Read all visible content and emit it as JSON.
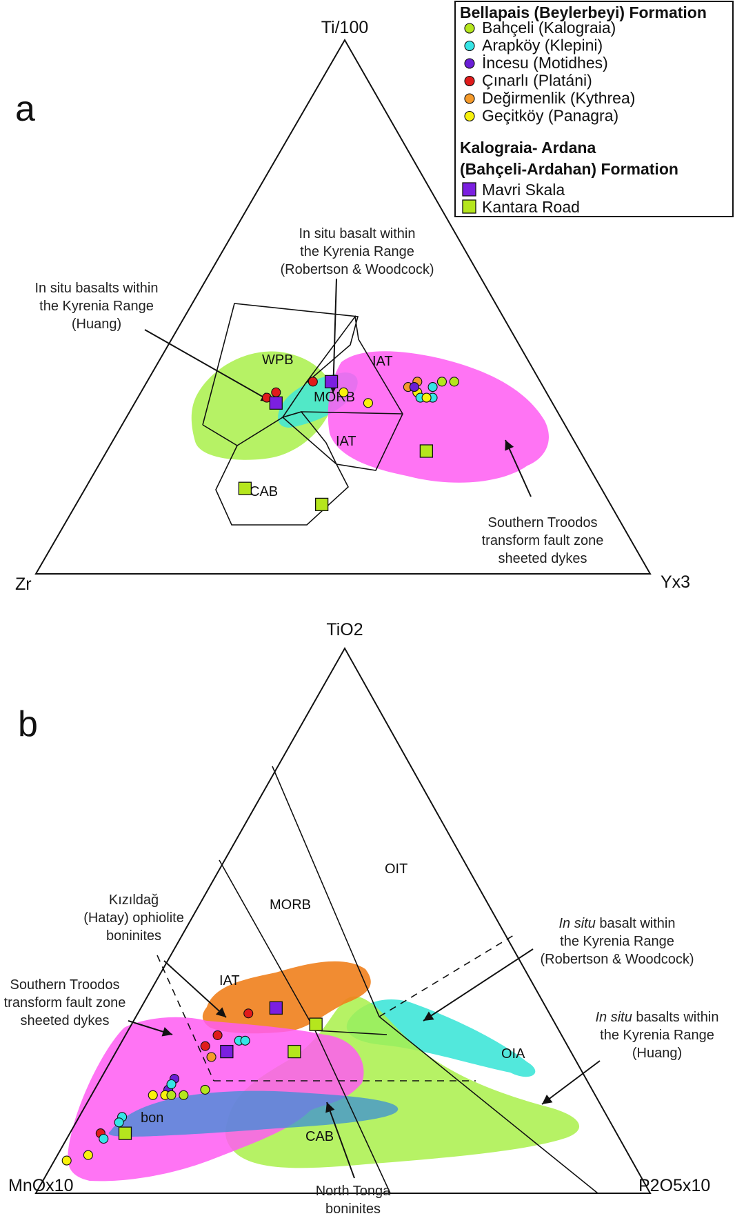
{
  "legend": {
    "group1_title": "Bellapais (Beylerbeyi) Formation",
    "group1_items": [
      {
        "label": "Bahçeli (Kalograia)",
        "color": "#b5e61d",
        "marker": "circle"
      },
      {
        "label": "Arapköy (Klepini)",
        "color": "#36e5e6",
        "marker": "circle"
      },
      {
        "label": "İncesu (Motidhes)",
        "color": "#6a1fd6",
        "marker": "circle"
      },
      {
        "label": "Çınarlı (Platáni)",
        "color": "#e01b1b",
        "marker": "circle"
      },
      {
        "label": "Değirmenlik (Kythrea)",
        "color": "#f59a2a",
        "marker": "circle"
      },
      {
        "label": "Geçitköy (Panagra)",
        "color": "#f8f20d",
        "marker": "circle"
      }
    ],
    "group2_title_line1": "Kalograia- Ardana",
    "group2_title_line2": "(Bahçeli-Ardahan) Formation",
    "group2_items": [
      {
        "label": "Mavri Skala",
        "color": "#7b1fe0",
        "marker": "square"
      },
      {
        "label": "Kantara Road",
        "color": "#b5e61d",
        "marker": "square"
      }
    ]
  },
  "chart_data": [
    {
      "type": "ternary",
      "panel": "a",
      "apex_top": "Ti/100",
      "apex_left": "Zr",
      "apex_right": "Yx3",
      "fields": [
        "WPB",
        "MORB",
        "IAT",
        "IAT",
        "CAB"
      ],
      "annotations": [
        {
          "lines": [
            "In situ basalts within",
            "the Kyrenia Range",
            "(Huang)"
          ]
        },
        {
          "lines": [
            "In situ basalt within",
            "the Kyrenia Range",
            "(Robertson & Woodcock)"
          ]
        },
        {
          "lines": [
            "Southern Troodos",
            "transform fault zone",
            "sheeted dykes"
          ]
        }
      ],
      "envelope_colors": {
        "huang": "#a9f04a",
        "robertson_woodcock": "#3fe6d8",
        "southern_troodos": "#ff5cf2"
      },
      "points": [
        {
          "group": "Çınarlı (Platáni)",
          "color": "#e01b1b",
          "marker": "circle",
          "top": 0.33,
          "left": 0.46,
          "right": 0.21
        },
        {
          "group": "Çınarlı (Platáni)",
          "color": "#e01b1b",
          "marker": "circle",
          "top": 0.34,
          "left": 0.44,
          "right": 0.22
        },
        {
          "group": "Çınarlı (Platáni)",
          "color": "#e01b1b",
          "marker": "circle",
          "top": 0.36,
          "left": 0.37,
          "right": 0.27
        },
        {
          "group": "Geçitköy (Panagra)",
          "color": "#f8f20d",
          "marker": "circle",
          "top": 0.34,
          "left": 0.33,
          "right": 0.33
        },
        {
          "group": "Geçitköy (Panagra)",
          "color": "#f8f20d",
          "marker": "circle",
          "top": 0.32,
          "left": 0.3,
          "right": 0.38
        },
        {
          "group": "Geçitköy (Panagra)",
          "color": "#f8f20d",
          "marker": "circle",
          "top": 0.34,
          "left": 0.21,
          "right": 0.45
        },
        {
          "group": "Bahçeli (Kalograia)",
          "color": "#b5e61d",
          "marker": "circle",
          "top": 0.36,
          "left": 0.16,
          "right": 0.48
        },
        {
          "group": "Bahçeli (Kalograia)",
          "color": "#b5e61d",
          "marker": "circle",
          "top": 0.36,
          "left": 0.14,
          "right": 0.5
        },
        {
          "group": "Arapköy (Klepini)",
          "color": "#36e5e6",
          "marker": "circle",
          "top": 0.35,
          "left": 0.18,
          "right": 0.47
        },
        {
          "group": "Arapköy (Klepini)",
          "color": "#36e5e6",
          "marker": "circle",
          "top": 0.33,
          "left": 0.19,
          "right": 0.48
        },
        {
          "group": "Arapköy (Klepini)",
          "color": "#36e5e6",
          "marker": "circle",
          "top": 0.33,
          "left": 0.21,
          "right": 0.46
        },
        {
          "group": "Değirmenlik (Kythrea)",
          "color": "#f59a2a",
          "marker": "circle",
          "top": 0.36,
          "left": 0.2,
          "right": 0.44
        },
        {
          "group": "Değirmenlik (Kythrea)",
          "color": "#f59a2a",
          "marker": "circle",
          "top": 0.35,
          "left": 0.22,
          "right": 0.43
        },
        {
          "group": "İncesu (Motidhes)",
          "color": "#6a1fd6",
          "marker": "circle",
          "top": 0.35,
          "left": 0.21,
          "right": 0.44
        },
        {
          "group": "Geçitköy (Panagra)",
          "color": "#f8f20d",
          "marker": "circle",
          "top": 0.33,
          "left": 0.2,
          "right": 0.47
        },
        {
          "group": "Mavri Skala",
          "color": "#7b1fe0",
          "marker": "square",
          "top": 0.36,
          "left": 0.34,
          "right": 0.3
        },
        {
          "group": "Mavri Skala",
          "color": "#7b1fe0",
          "marker": "square",
          "top": 0.32,
          "left": 0.45,
          "right": 0.23
        },
        {
          "group": "Kantara Road",
          "color": "#b5e61d",
          "marker": "square",
          "top": 0.23,
          "left": 0.25,
          "right": 0.52
        },
        {
          "group": "Kantara Road",
          "color": "#b5e61d",
          "marker": "square",
          "top": 0.16,
          "left": 0.58,
          "right": 0.26
        },
        {
          "group": "Kantara Road",
          "color": "#b5e61d",
          "marker": "square",
          "top": 0.13,
          "left": 0.47,
          "right": 0.4
        }
      ]
    },
    {
      "type": "ternary",
      "panel": "b",
      "apex_top": "TiO2",
      "apex_left": "MnOx10",
      "apex_right": "P2O5x10",
      "fields": [
        "OIT",
        "MORB",
        "IAT",
        "OIA",
        "CAB",
        "bon"
      ],
      "annotations": [
        {
          "lines": [
            "Kızıldağ",
            "(Hatay) ophiolite",
            "boninites"
          ]
        },
        {
          "lines": [
            "Southern Troodos",
            "transform fault zone",
            "sheeted dykes"
          ]
        },
        {
          "lines_parts": [
            [
              {
                "t": "In situ",
                "i": true
              },
              {
                "t": " basalt within",
                "i": false
              }
            ],
            [
              {
                "t": "the Kyrenia Range",
                "i": false
              }
            ],
            [
              {
                "t": "(Robertson & Woodcock)",
                "i": false
              }
            ]
          ]
        },
        {
          "lines_parts": [
            [
              {
                "t": "In situ",
                "i": true
              },
              {
                "t": " basalts within",
                "i": false
              }
            ],
            [
              {
                "t": "the Kyrenia Range",
                "i": false
              }
            ],
            [
              {
                "t": "(Huang)",
                "i": false
              }
            ]
          ]
        },
        {
          "lines": [
            "North Tonga",
            "boninites"
          ]
        }
      ],
      "envelope_colors": {
        "kizildag": "#f07f1c",
        "southern_troodos": "#ff5cf2",
        "robertson_woodcock": "#3fe6d8",
        "huang": "#a9f04a",
        "north_tonga": "#3b8fd6"
      },
      "points": [
        {
          "group": "Çınarlı (Platáni)",
          "color": "#e01b1b",
          "marker": "circle",
          "top": 0.33,
          "left": 0.49,
          "right": 0.18
        },
        {
          "group": "Çınarlı (Platáni)",
          "color": "#e01b1b",
          "marker": "circle",
          "top": 0.29,
          "left": 0.56,
          "right": 0.15
        },
        {
          "group": "Arapköy (Klepini)",
          "color": "#36e5e6",
          "marker": "circle",
          "top": 0.28,
          "left": 0.53,
          "right": 0.19
        },
        {
          "group": "Arapköy (Klepini)",
          "color": "#36e5e6",
          "marker": "circle",
          "top": 0.28,
          "left": 0.52,
          "right": 0.2
        },
        {
          "group": "Değirmenlik (Kythrea)",
          "color": "#f59a2a",
          "marker": "circle",
          "top": 0.25,
          "left": 0.59,
          "right": 0.16
        },
        {
          "group": "Çınarlı (Platáni)",
          "color": "#e01b1b",
          "marker": "circle",
          "top": 0.27,
          "left": 0.59,
          "right": 0.14
        },
        {
          "group": "İncesu (Motidhes)",
          "color": "#6a1fd6",
          "marker": "circle",
          "top": 0.21,
          "left": 0.67,
          "right": 0.12
        },
        {
          "group": "İncesu (Motidhes)",
          "color": "#6a1fd6",
          "marker": "circle",
          "top": 0.19,
          "left": 0.69,
          "right": 0.12
        },
        {
          "group": "Arapköy (Klepini)",
          "color": "#36e5e6",
          "marker": "circle",
          "top": 0.2,
          "left": 0.68,
          "right": 0.12
        },
        {
          "group": "Geçitköy (Panagra)",
          "color": "#f8f20d",
          "marker": "circle",
          "top": 0.18,
          "left": 0.7,
          "right": 0.12
        },
        {
          "group": "Geçitköy (Panagra)",
          "color": "#f8f20d",
          "marker": "circle",
          "top": 0.18,
          "left": 0.72,
          "right": 0.1
        },
        {
          "group": "Bahçeli (Kalograia)",
          "color": "#b5e61d",
          "marker": "circle",
          "top": 0.18,
          "left": 0.69,
          "right": 0.13
        },
        {
          "group": "Bahçeli (Kalograia)",
          "color": "#b5e61d",
          "marker": "circle",
          "top": 0.18,
          "left": 0.67,
          "right": 0.15
        },
        {
          "group": "Bahçeli (Kalograia)",
          "color": "#b5e61d",
          "marker": "circle",
          "top": 0.19,
          "left": 0.63,
          "right": 0.18
        },
        {
          "group": "Arapköy (Klepini)",
          "color": "#36e5e6",
          "marker": "circle",
          "top": 0.14,
          "left": 0.79,
          "right": 0.07
        },
        {
          "group": "Arapköy (Klepini)",
          "color": "#36e5e6",
          "marker": "circle",
          "top": 0.13,
          "left": 0.8,
          "right": 0.07
        },
        {
          "group": "Çınarlı (Platáni)",
          "color": "#e01b1b",
          "marker": "circle",
          "top": 0.11,
          "left": 0.84,
          "right": 0.05
        },
        {
          "group": "Arapköy (Klepini)",
          "color": "#36e5e6",
          "marker": "circle",
          "top": 0.1,
          "left": 0.84,
          "right": 0.06
        },
        {
          "group": "Geçitköy (Panagra)",
          "color": "#f8f20d",
          "marker": "circle",
          "top": 0.07,
          "left": 0.88,
          "right": 0.05
        },
        {
          "group": "Geçitköy (Panagra)",
          "color": "#f8f20d",
          "marker": "circle",
          "top": 0.06,
          "left": 0.92,
          "right": 0.02
        },
        {
          "group": "Mavri Skala",
          "color": "#7b1fe0",
          "marker": "square",
          "top": 0.34,
          "left": 0.44,
          "right": 0.22
        },
        {
          "group": "Mavri Skala",
          "color": "#7b1fe0",
          "marker": "square",
          "top": 0.26,
          "left": 0.56,
          "right": 0.18
        },
        {
          "group": "Kantara Road",
          "color": "#b5e61d",
          "marker": "square",
          "top": 0.31,
          "left": 0.39,
          "right": 0.3
        },
        {
          "group": "Kantara Road",
          "color": "#b5e61d",
          "marker": "square",
          "top": 0.26,
          "left": 0.45,
          "right": 0.29
        },
        {
          "group": "Kantara Road",
          "color": "#b5e61d",
          "marker": "square",
          "top": 0.11,
          "left": 0.8,
          "right": 0.09
        }
      ]
    }
  ]
}
